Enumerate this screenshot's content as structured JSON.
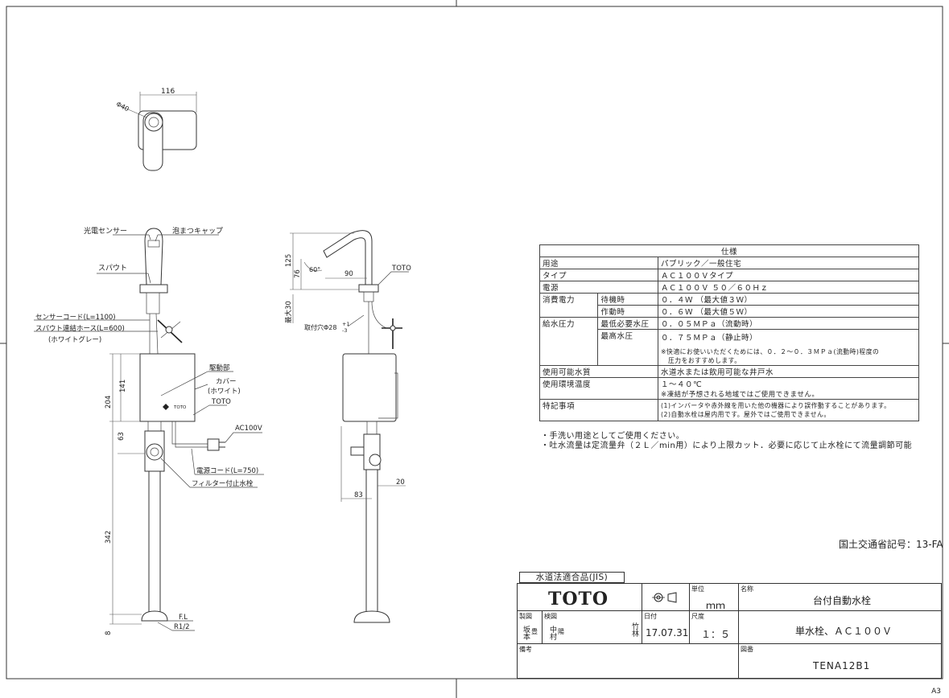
{
  "dimensions": {
    "d116": "116",
    "d40": "Φ40",
    "d125": "125",
    "d76": "76",
    "d90": "90",
    "d60": "60°",
    "dmax30": "最大30",
    "d141": "141",
    "d204": "204",
    "d63": "63",
    "d342": "342",
    "d8": "8",
    "d83": "83",
    "d20": "20",
    "hole": "取付穴Φ28",
    "hole_tol_plus": "+1",
    "hole_tol_minus": "-3"
  },
  "callouts": {
    "sensor": "光電センサー",
    "cap": "泡まつキャップ",
    "spout": "スパウト",
    "sensor_cord": "センサーコード(L=1100)",
    "spout_hose": "スパウト連結ホース(L=600)",
    "hose_color": "(ホワイトグレー)",
    "drive": "駆動部",
    "cover": "カバー",
    "cover_color": "(ホワイト)",
    "toto_front": "TOTO",
    "toto_side": "TOTO",
    "ac100v": "AC100V",
    "power_cord": "電源コード(L=750)",
    "filter_valve": "フィルター付止水栓",
    "fl": "F.L",
    "r12": "R1/2",
    "body_logo": "TOTO"
  },
  "spec": {
    "title": "仕様",
    "rows": [
      {
        "a": "用途",
        "b": "",
        "v": "パブリック／一般住宅"
      },
      {
        "a": "タイプ",
        "b": "",
        "v": "ＡＣ１００Ｖタイプ"
      },
      {
        "a": "電源",
        "b": "",
        "v": "ＡＣ１００Ｖ ５０／６０Ｈｚ"
      },
      {
        "a": "消費電力",
        "b": "待機時",
        "v": "０．４Ｗ （最大値３Ｗ）"
      },
      {
        "a": "",
        "b": "作動時",
        "v": "０．６Ｗ （最大値５Ｗ）"
      },
      {
        "a": "給水圧力",
        "b": "最低必要水圧",
        "v": "０．０５ＭＰａ（流動時）"
      },
      {
        "a": "",
        "b": "最高水圧",
        "v": "０．７５ＭＰａ（静止時）"
      },
      {
        "a": "",
        "b": "",
        "v": "※快適にお使いいただくためには、０．２〜０．３ＭＰａ(流動時)程度の"
      },
      {
        "a": "",
        "b": "",
        "v": "圧力をおすすめします。"
      },
      {
        "a": "使用可能水質",
        "b": "",
        "v": "水道水または飲用可能な井戸水"
      },
      {
        "a": "使用環境温度",
        "b": "",
        "v": "１〜４０℃"
      },
      {
        "a": "",
        "b": "",
        "v": "※凍結が予想される地域ではご使用できません。"
      },
      {
        "a": "特記事項",
        "b": "",
        "v": "(1)インバータや赤外線を用いた他の機器により誤作動することがあります。"
      },
      {
        "a": "",
        "b": "",
        "v": "(2)自動水栓は屋内用です。屋外ではご使用できません。"
      }
    ]
  },
  "notes": [
    "・手洗い用途としてご使用ください。",
    "・吐水流量は定流量弁（２Ｌ／min用）により上限カット．必要に応じて止水栓にて流量調節可能"
  ],
  "mlit_code": "国土交通省記号：13-FA",
  "title_block": {
    "jis": "水道法適合品(JIS)",
    "logo": "TOTO",
    "unit_label": "単位",
    "unit": "ｍｍ",
    "name_label": "名称",
    "name": "台付自動水栓",
    "made_label": "製図",
    "check_label": "検図",
    "made_by": "坂本",
    "made_stamp": "豊",
    "checked_by": "中村",
    "checked_stamp": "陽",
    "approved_by": "竹林",
    "date_label": "日付",
    "date": "17.07.31",
    "scale_label": "尺度",
    "scale": "１：５",
    "subtitle": "単水栓、ＡＣ１００Ｖ",
    "remarks_label": "備考",
    "drawing_no_label": "図番",
    "drawing_no": "TENA12B1"
  },
  "sheet_size": "A3"
}
